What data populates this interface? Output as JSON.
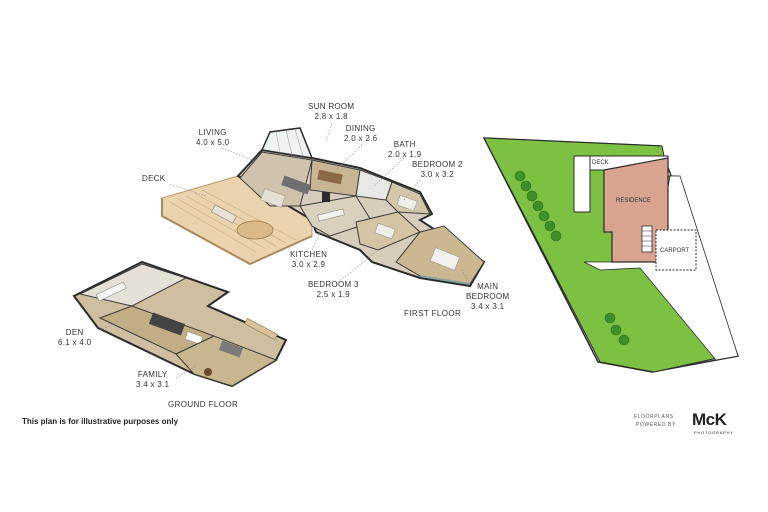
{
  "rooms": {
    "sun_room": {
      "name": "SUN ROOM",
      "dims": "2.8 x 1.8"
    },
    "living": {
      "name": "LIVING",
      "dims": "4.0 x 5.0"
    },
    "dining": {
      "name": "DINING",
      "dims": "2.0 x 2.6"
    },
    "bath": {
      "name": "BATH",
      "dims": "2.0 x 1.9"
    },
    "bedroom2": {
      "name": "BEDROOM 2",
      "dims": "3.0 x 3.2"
    },
    "deck": {
      "name": "DECK"
    },
    "kitchen": {
      "name": "KITCHEN",
      "dims": "3.0 x 2.9"
    },
    "bedroom3": {
      "name": "BEDROOM 3",
      "dims": "2.5 x 1.9"
    },
    "main_bedroom": {
      "name_line1": "MAIN",
      "name_line2": "BEDROOM",
      "dims": "3.4 x 3.1"
    },
    "den": {
      "name": "DEN",
      "dims": "6.1 x 4.0"
    },
    "family": {
      "name": "FAMILY",
      "dims": "3.4 x 3.1"
    }
  },
  "floors": {
    "first": "FIRST FLOOR",
    "ground": "GROUND FLOOR"
  },
  "site_plan": {
    "deck": "DECK",
    "residence": "RESIDENCE",
    "carport": "CARPORT"
  },
  "disclaimer": "This plan is for illustrative purposes only",
  "branding": {
    "line1": "FLOORPLANS",
    "line2": "POWERED BY",
    "logo": "McK",
    "logo_sub": "PHOTOGRAPHY"
  },
  "colors": {
    "lawn": "#7cc142",
    "residence": "#d9a48f",
    "deck_wood": "#e8cfa6",
    "floor_wood": "#c9b08a",
    "wall": "#2b2b2b"
  }
}
